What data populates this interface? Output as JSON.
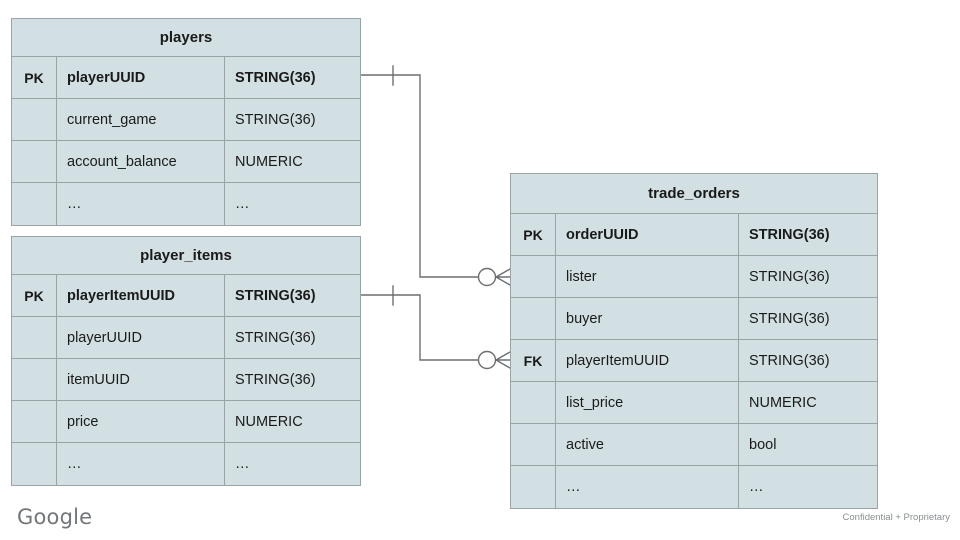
{
  "diagram": {
    "type": "entity-relationship-diagram",
    "notation": "crow's foot",
    "background_color": "#ffffff",
    "entity_fill_color": "#d3e0e3",
    "entity_border_color": "#9aa3a6",
    "text_color": "#1a1a1a",
    "connector_color": "#6b6f71",
    "columns": [
      "key",
      "name",
      "type"
    ],
    "entities": [
      {
        "id": "players",
        "name": "players",
        "fields": [
          {
            "key": "PK",
            "name": "playerUUID",
            "type": "STRING(36)",
            "primary": true
          },
          {
            "key": "",
            "name": "current_game",
            "type": "STRING(36)",
            "primary": false
          },
          {
            "key": "",
            "name": "account_balance",
            "type": "NUMERIC",
            "primary": false
          },
          {
            "key": "",
            "name": "…",
            "type": "…",
            "primary": false
          }
        ]
      },
      {
        "id": "player_items",
        "name": "player_items",
        "fields": [
          {
            "key": "PK",
            "name": "playerItemUUID",
            "type": "STRING(36)",
            "primary": true
          },
          {
            "key": "",
            "name": "playerUUID",
            "type": "STRING(36)",
            "primary": false
          },
          {
            "key": "",
            "name": "itemUUID",
            "type": "STRING(36)",
            "primary": false
          },
          {
            "key": "",
            "name": "price",
            "type": "NUMERIC",
            "primary": false
          },
          {
            "key": "",
            "name": "…",
            "type": "…",
            "primary": false
          }
        ]
      },
      {
        "id": "trade_orders",
        "name": "trade_orders",
        "fields": [
          {
            "key": "PK",
            "name": "orderUUID",
            "type": "STRING(36)",
            "primary": true
          },
          {
            "key": "",
            "name": "lister",
            "type": "STRING(36)",
            "primary": false
          },
          {
            "key": "",
            "name": "buyer",
            "type": "STRING(36)",
            "primary": false
          },
          {
            "key": "FK",
            "name": "playerItemUUID",
            "type": "STRING(36)",
            "primary": false
          },
          {
            "key": "",
            "name": "list_price",
            "type": "NUMERIC",
            "primary": false
          },
          {
            "key": "",
            "name": "active",
            "type": "bool",
            "primary": false
          },
          {
            "key": "",
            "name": "…",
            "type": "…",
            "primary": false
          }
        ]
      }
    ],
    "relationships": [
      {
        "id": "players-to-trade-orders",
        "from_entity": "players",
        "from_field": "playerUUID",
        "from_cardinality": "one",
        "to_entity": "trade_orders",
        "to_field": "lister",
        "to_cardinality": "zero-or-many"
      },
      {
        "id": "player-items-to-trade-orders",
        "from_entity": "player_items",
        "from_field": "playerItemUUID",
        "from_cardinality": "one",
        "to_entity": "trade_orders",
        "to_field": "playerItemUUID",
        "to_cardinality": "zero-or-many"
      }
    ]
  },
  "footer": {
    "logo_text": "Google",
    "note": "Confidential + Proprietary"
  }
}
